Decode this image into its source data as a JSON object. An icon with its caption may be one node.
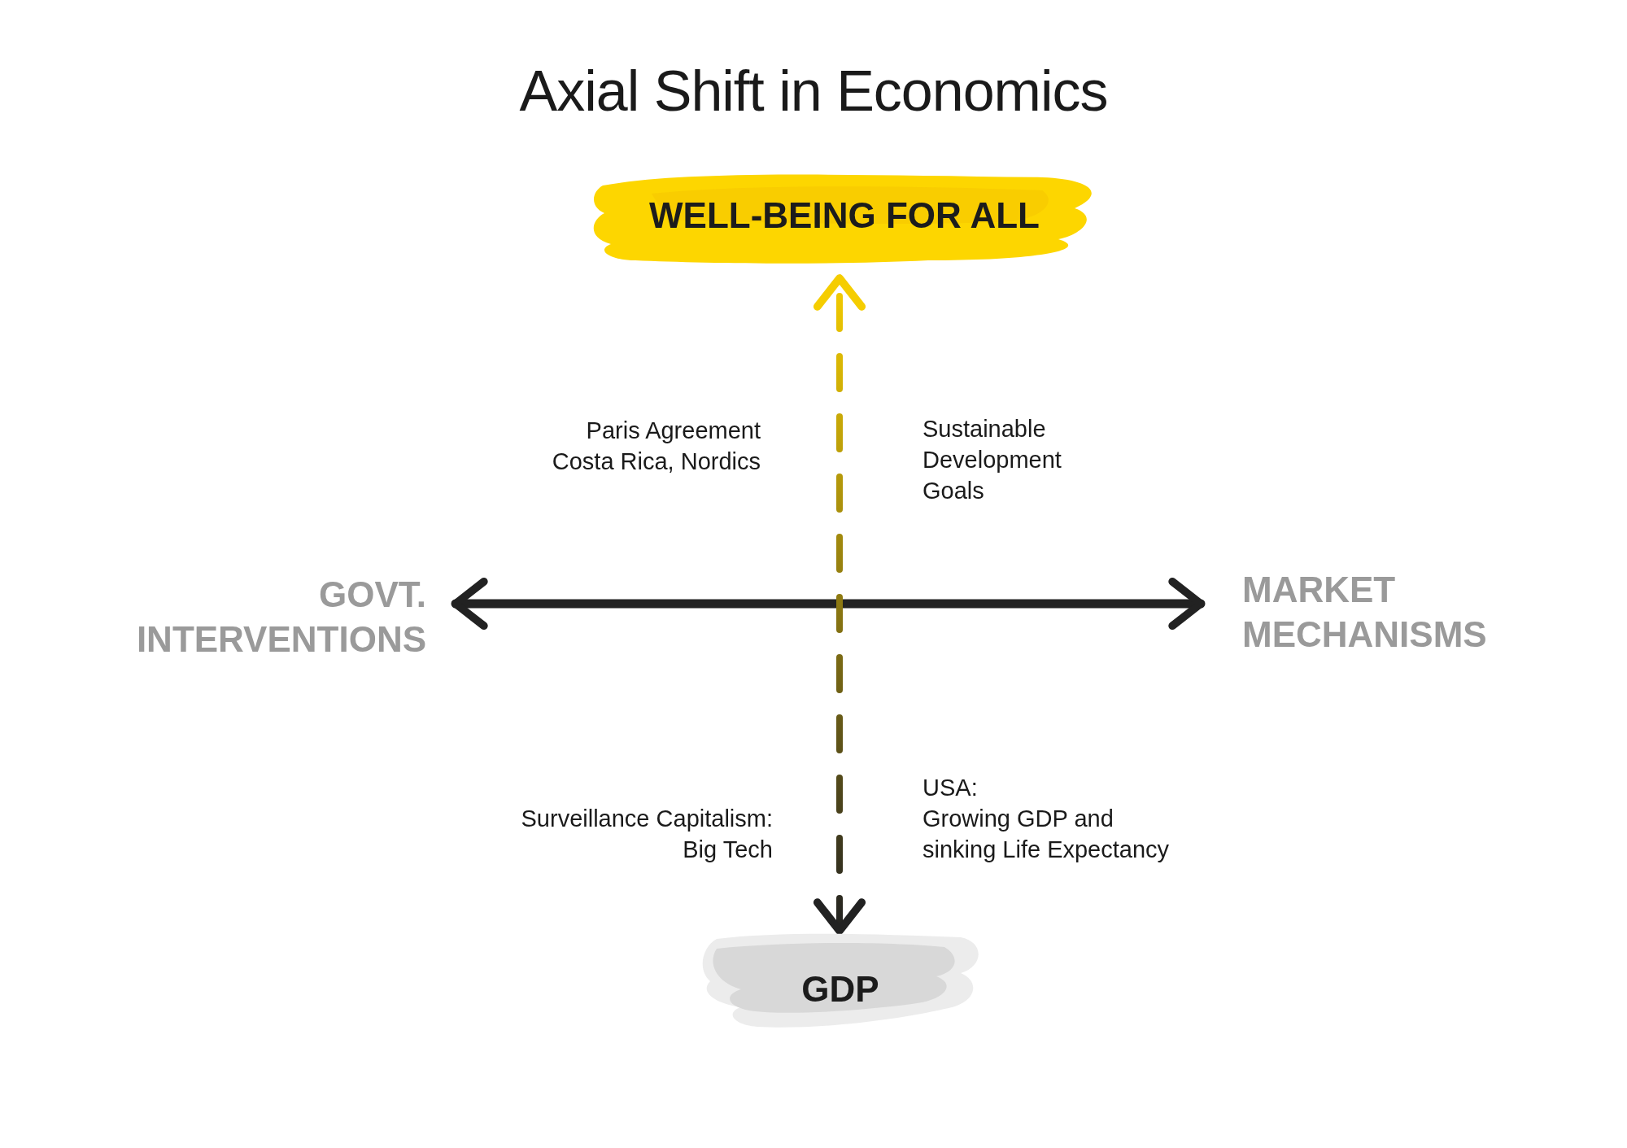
{
  "diagram": {
    "title": "Axial Shift in Economics",
    "nodes": [
      {
        "text": [
          "WELL-BEING FOR ALL"
        ]
      },
      {
        "text": [
          "GOVT. INTERVENTIONS"
        ]
      },
      {
        "text": [
          "MARKET MECHANISMS"
        ]
      },
      {
        "text": [
          "GDP"
        ]
      }
    ],
    "edges": [
      {
        "from": 1,
        "to": 2,
        "arrow": "both"
      },
      {
        "from": 3,
        "to": 0,
        "arrow": "both",
        "style": "dashed",
        "color": "#f5cd00"
      }
    ],
    "labels": [
      "Paris Agreement",
      "Costa Rica, Nordics",
      "Sustainable Development Goals",
      "Surveillance Capitalism:",
      "Big Tech",
      "USA:",
      "Growing GDP and",
      "sinking Life Expectancy"
    ]
  }
}
